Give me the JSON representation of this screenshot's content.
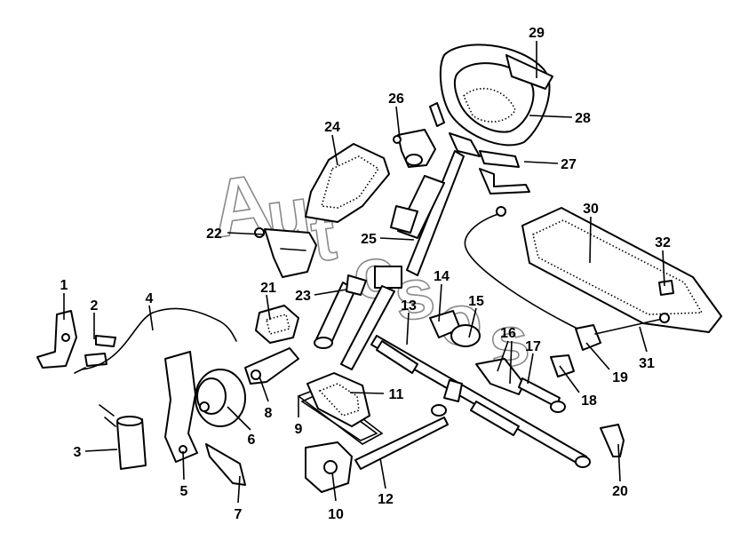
{
  "watermark": {
    "letters": [
      "A",
      "u",
      "t",
      "o",
      "s",
      "o",
      "s"
    ]
  },
  "callouts": [
    {
      "id": "1",
      "label": "1"
    },
    {
      "id": "2",
      "label": "2"
    },
    {
      "id": "3",
      "label": "3"
    },
    {
      "id": "4",
      "label": "4"
    },
    {
      "id": "5",
      "label": "5"
    },
    {
      "id": "6",
      "label": "6"
    },
    {
      "id": "7",
      "label": "7"
    },
    {
      "id": "8",
      "label": "8"
    },
    {
      "id": "9",
      "label": "9"
    },
    {
      "id": "10",
      "label": "10"
    },
    {
      "id": "11",
      "label": "11"
    },
    {
      "id": "12",
      "label": "12"
    },
    {
      "id": "13",
      "label": "13"
    },
    {
      "id": "14",
      "label": "14"
    },
    {
      "id": "15",
      "label": "15"
    },
    {
      "id": "16",
      "label": "16"
    },
    {
      "id": "17",
      "label": "17"
    },
    {
      "id": "18",
      "label": "18"
    },
    {
      "id": "19",
      "label": "19"
    },
    {
      "id": "20",
      "label": "20"
    },
    {
      "id": "21",
      "label": "21"
    },
    {
      "id": "22",
      "label": "22"
    },
    {
      "id": "23",
      "label": "23"
    },
    {
      "id": "24",
      "label": "24"
    },
    {
      "id": "25",
      "label": "25"
    },
    {
      "id": "26",
      "label": "26"
    },
    {
      "id": "27",
      "label": "27"
    },
    {
      "id": "28",
      "label": "28"
    },
    {
      "id": "29",
      "label": "29"
    },
    {
      "id": "30",
      "label": "30"
    },
    {
      "id": "31",
      "label": "31"
    },
    {
      "id": "32",
      "label": "32"
    }
  ]
}
